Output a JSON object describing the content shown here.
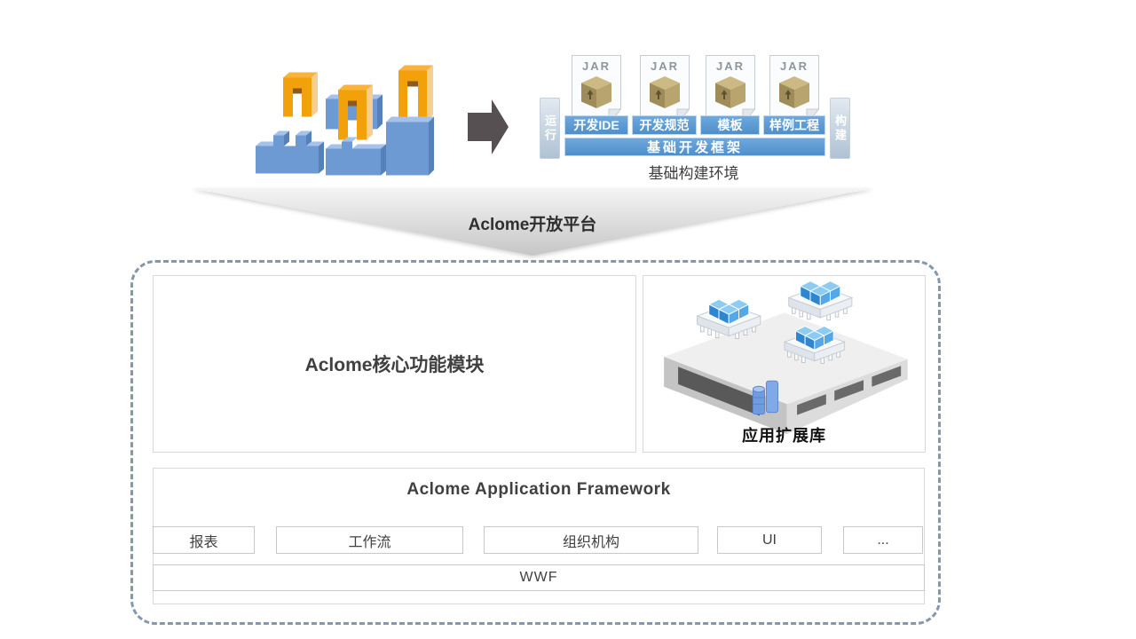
{
  "build_env": {
    "run_label": "运行",
    "build_label": "构建",
    "jar_label": "JAR",
    "tools": [
      "开发IDE",
      "开发规范",
      "模板",
      "样例工程"
    ],
    "framework_bar_label": "基础开发框架",
    "caption": "基础构建环境"
  },
  "funnel": {
    "label": "Aclome开放平台"
  },
  "platform": {
    "core_title": "Aclome核心功能模块",
    "extension_title": "应用扩展库",
    "framework": {
      "title": "Aclome Application Framework",
      "modules": [
        "报表",
        "工作流",
        "组织机构",
        "UI",
        "..."
      ],
      "base_label": "WWF"
    }
  },
  "colors": {
    "bar_blue": "#5B9BD5",
    "side_tab_blue": "#C7D4E2",
    "dashed_border": "#8497AB",
    "arrow_dark": "#575052",
    "panel_border": "#D9D9D9",
    "text_dark": "#404040"
  }
}
